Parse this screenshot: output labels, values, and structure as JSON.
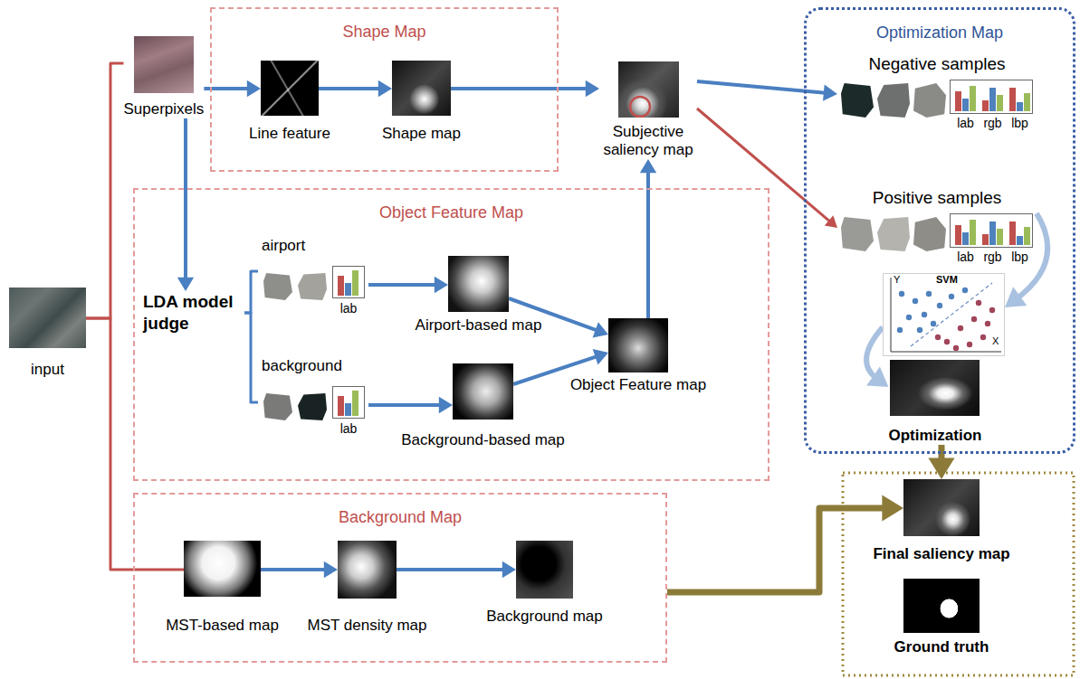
{
  "diagram": {
    "nodes": [
      {
        "text": [
          "Shape Map"
        ]
      },
      {
        "text": [
          "Superpixels"
        ]
      },
      {
        "text": [
          "Line feature"
        ],
        "in": 0
      },
      {
        "text": [
          "Shape map"
        ],
        "in": 0
      },
      {
        "text": [
          "Subjective saliency map"
        ]
      },
      {
        "text": [
          "Optimization Map"
        ]
      },
      {
        "text": [
          "Negative samples",
          "lab",
          "rgb",
          "lbp"
        ],
        "in": 5
      },
      {
        "text": [
          "Positive samples",
          "lab",
          "rgb",
          "lbp"
        ],
        "in": 5
      },
      {
        "text": [
          "Y",
          "SVM",
          "X"
        ],
        "in": 5
      },
      {
        "text": [
          "Optimization"
        ],
        "in": 5
      },
      {
        "text": [
          "Object Feature Map"
        ]
      },
      {
        "text": [
          "LDA model judge"
        ],
        "in": 10
      },
      {
        "text": [
          "airport",
          "lab"
        ],
        "in": 10
      },
      {
        "text": [
          "Airport-based map"
        ],
        "in": 10
      },
      {
        "text": [
          "Object Feature map"
        ],
        "in": 10
      },
      {
        "text": [
          "background",
          "lab"
        ],
        "in": 10
      },
      {
        "text": [
          "Background-based map"
        ],
        "in": 10
      },
      {
        "text": [
          "input"
        ]
      },
      {
        "text": [
          "Background Map"
        ]
      },
      {
        "text": [
          "MST-based map"
        ],
        "in": 18
      },
      {
        "text": [
          "MST density map"
        ],
        "in": 18
      },
      {
        "text": [
          "Background map"
        ],
        "in": 18
      },
      {
        "text": [
          "Final saliency map"
        ]
      },
      {
        "text": [
          "Ground truth"
        ]
      }
    ],
    "edges": [
      {
        "from": 17,
        "to": 1,
        "arrow": "none"
      },
      {
        "from": 17,
        "to": 19,
        "arrow": "none"
      },
      {
        "from": 1,
        "to": 2,
        "arrow": "to"
      },
      {
        "from": 2,
        "to": 3,
        "arrow": "to"
      },
      {
        "from": 3,
        "to": 4,
        "arrow": "to"
      },
      {
        "from": 4,
        "to": 6,
        "arrow": "to"
      },
      {
        "from": 4,
        "to": 7,
        "arrow": "to"
      },
      {
        "from": 7,
        "to": 8,
        "arrow": "to"
      },
      {
        "from": 8,
        "to": 9,
        "arrow": "to"
      },
      {
        "from": 1,
        "to": 11,
        "arrow": "to"
      },
      {
        "from": 11,
        "to": 12,
        "arrow": "none"
      },
      {
        "from": 11,
        "to": 15,
        "arrow": "none"
      },
      {
        "from": 12,
        "to": 13,
        "arrow": "to"
      },
      {
        "from": 15,
        "to": 16,
        "arrow": "to"
      },
      {
        "from": 13,
        "to": 14,
        "arrow": "to"
      },
      {
        "from": 16,
        "to": 14,
        "arrow": "to"
      },
      {
        "from": 14,
        "to": 4,
        "arrow": "to"
      },
      {
        "from": 19,
        "to": 20,
        "arrow": "to"
      },
      {
        "from": 20,
        "to": 21,
        "arrow": "to"
      },
      {
        "from": 9,
        "to": 22,
        "arrow": "to"
      },
      {
        "from": 18,
        "to": 22,
        "arrow": "to"
      }
    ]
  }
}
